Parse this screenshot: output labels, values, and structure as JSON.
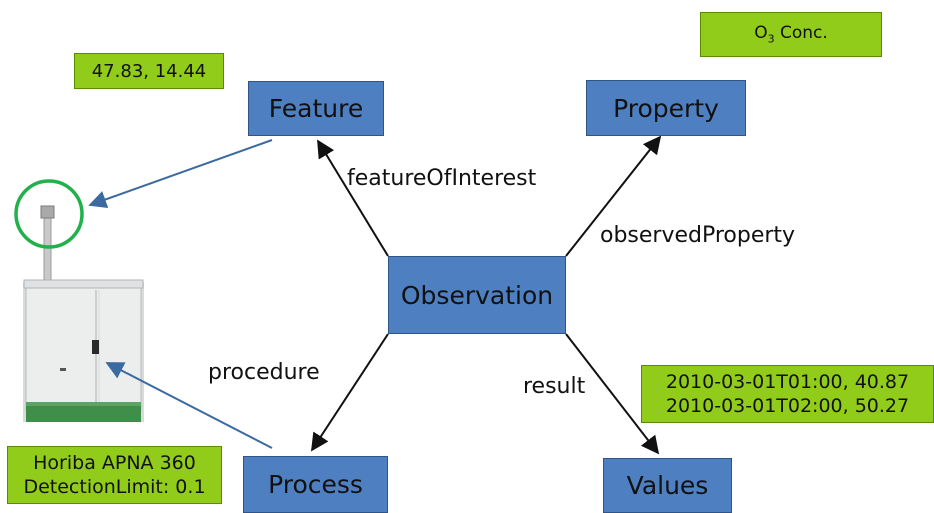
{
  "nodes": {
    "feature": "Feature",
    "property": "Property",
    "observation": "Observation",
    "process": "Process",
    "values": "Values"
  },
  "edges": {
    "feature_of_interest": "featureOfInterest",
    "observed_property": "observedProperty",
    "procedure": "procedure",
    "result": "result"
  },
  "tags": {
    "location": "47.83, 14.44",
    "property_name_prefix": "O",
    "property_name_sub": "3",
    "property_name_suffix": " Conc.",
    "result_line_1": "2010-03-01T01:00, 40.87",
    "result_line_2": "2010-03-01T02:00, 50.27",
    "sensor_line_1": "Horiba APNA 360",
    "sensor_line_2": "DetectionLimit: 0.1"
  },
  "colors": {
    "node_fill": "#4e7fc0",
    "tag_fill": "#92cc1a",
    "link_arrow": "#3a6aa0",
    "marker_circle": "#22b04b"
  },
  "illustration": "air-quality-monitoring-station"
}
